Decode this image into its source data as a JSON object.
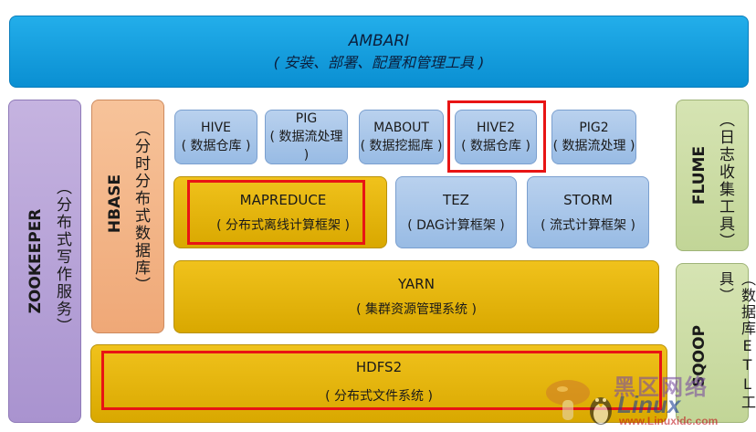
{
  "ambari": {
    "title": "AMBARI",
    "subtitle": "( 安装、部署、配置和管理工具 )"
  },
  "zookeeper": {
    "name": "ZOOKEEPER",
    "desc": "（分布式写作服务）"
  },
  "hbase": {
    "name": "HBASE",
    "desc": "（分时分布式数据库）"
  },
  "top_row": [
    {
      "name": "HIVE",
      "desc": "( 数据仓库 )"
    },
    {
      "name": "PIG",
      "desc": "( 数据流处理 )"
    },
    {
      "name": "MABOUT",
      "desc": "( 数据挖掘库 )"
    },
    {
      "name": "HIVE2",
      "desc": "( 数据仓库 )"
    },
    {
      "name": "PIG2",
      "desc": "( 数据流处理 )"
    }
  ],
  "mapreduce": {
    "name": "MAPREDUCE",
    "desc": "( 分布式离线计算框架 )"
  },
  "tez": {
    "name": "TEZ",
    "desc": "( DAG计算框架 )"
  },
  "storm": {
    "name": "STORM",
    "desc": "( 流式计算框架 )"
  },
  "yarn": {
    "name": "YARN",
    "desc": "( 集群资源管理系统 )"
  },
  "hdfs2": {
    "name": "HDFS2",
    "desc": "( 分布式文件系统 )"
  },
  "flume": {
    "name": "FLUME",
    "desc": "（日志收集工具）"
  },
  "sqoop": {
    "name": "SQOOP",
    "desc": "（数据库ETL工具）"
  },
  "watermark": {
    "brand": "Linux",
    "cn": "黑区网络",
    "url": "www.Linuxidc.com"
  },
  "colors": {
    "accent_red": "#e81414",
    "ambari_blue": "#0a8fd2",
    "gold": "#d9a800"
  }
}
